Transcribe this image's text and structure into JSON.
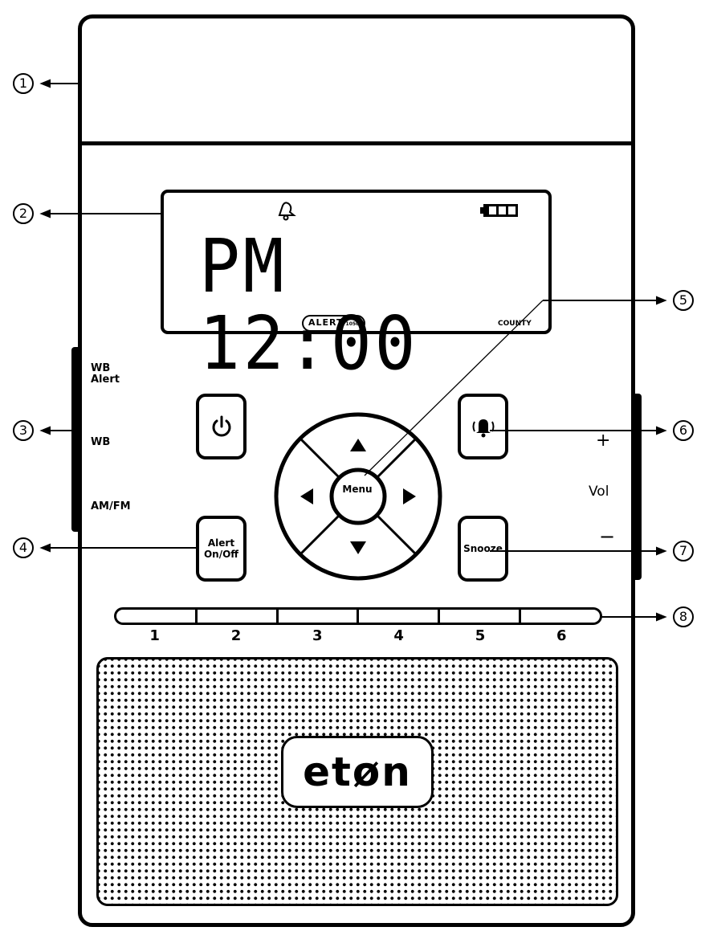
{
  "display": {
    "time_text": "PM 12:00",
    "alert_text": "ALERT",
    "alert_small": "1050",
    "county_text": "COUNTY"
  },
  "buttons": {
    "power_icon": "power-icon",
    "alarm_icon": "alarm-bell-icon",
    "alert_onoff_label": "Alert\nOn/Off",
    "snooze_label": "Snooze",
    "menu_label": "Menu"
  },
  "side_labels": {
    "wb_alert": "WB\nAlert",
    "wb": "WB",
    "am_fm": "AM/FM",
    "vol_plus": "+",
    "vol": "Vol",
    "vol_minus": "−"
  },
  "presets": [
    "1",
    "2",
    "3",
    "4",
    "5",
    "6"
  ],
  "logo": "etøn",
  "callouts": [
    "1",
    "2",
    "3",
    "4",
    "5",
    "6",
    "7",
    "8"
  ],
  "colors": {
    "ink": "#000000",
    "paper": "#ffffff"
  }
}
